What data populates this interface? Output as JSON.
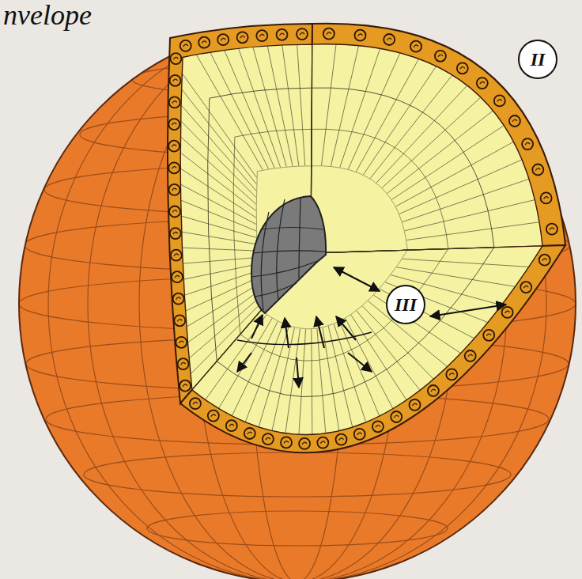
{
  "diagram": {
    "nodes": [
      {
        "text": [
          "II"
        ]
      },
      {
        "text": [
          "III"
        ]
      }
    ],
    "labels": [
      "nvelope"
    ]
  }
}
